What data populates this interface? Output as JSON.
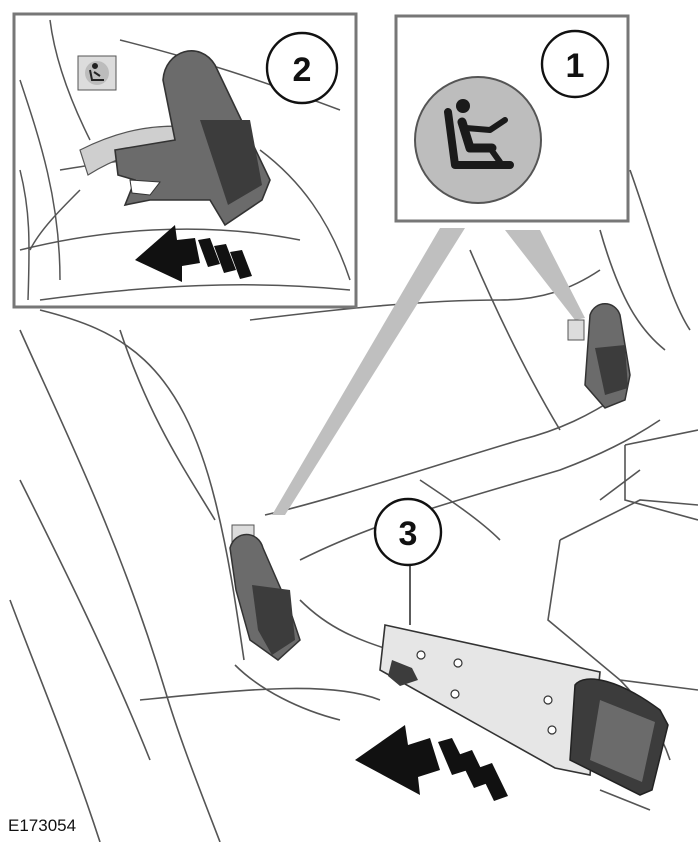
{
  "callouts": [
    {
      "number": "1"
    },
    {
      "number": "2"
    },
    {
      "number": "3"
    }
  ],
  "figure_code": "E173054",
  "icons": [
    "child-seat-isofix-icon",
    "push-arrow-icon"
  ],
  "colors": {
    "line": "#555555",
    "fill_grey": "#6b6b6b",
    "fill_dark": "#3c3c3c",
    "fill_light": "#e6e6e6"
  }
}
